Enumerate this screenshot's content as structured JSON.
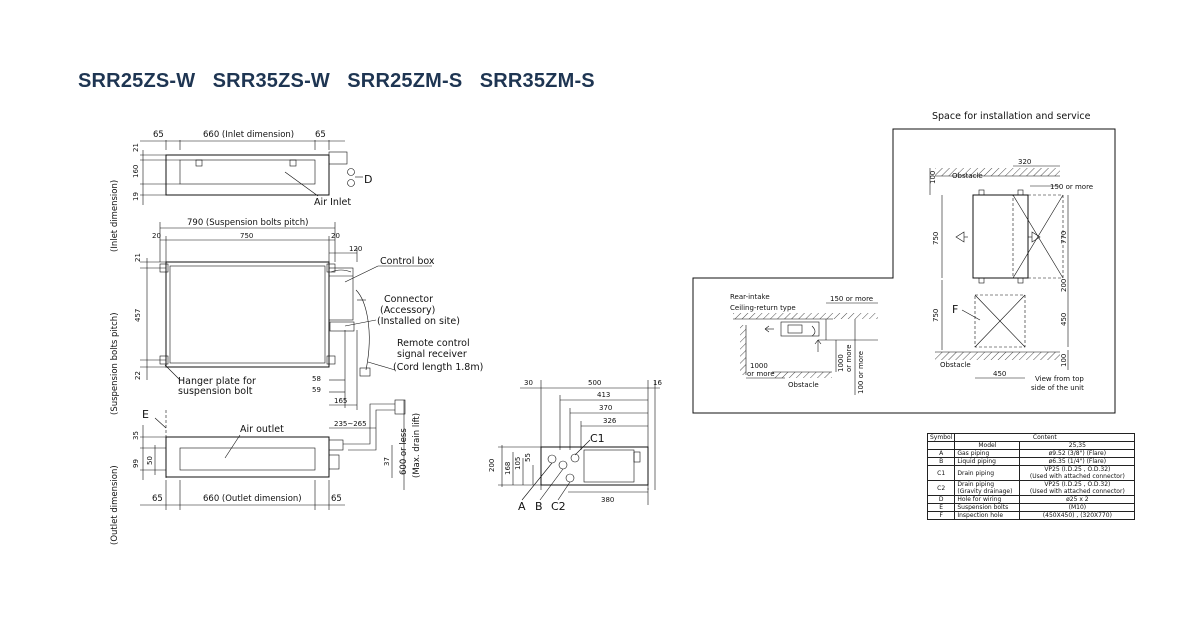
{
  "title": "SRR25ZS-W   SRR35ZS-W   SRR25ZM-S   SRR35ZM-S",
  "top_view": {
    "dim_65_left": "65",
    "dim_inlet": "660 (Inlet dimension)",
    "dim_65_right": "65",
    "dim_21": "21",
    "dim_160": "160",
    "dim_19": "19",
    "label_inlet_dimension": "(Inlet dimension)",
    "label_air_inlet": "Air Inlet",
    "label_D": "D"
  },
  "front_view": {
    "dim_bolts_pitch": "790 (Suspension bolts pitch)",
    "dim_20_left": "20",
    "dim_750": "750",
    "dim_20_right": "20",
    "dim_120": "120",
    "dim_21": "21",
    "dim_457": "457",
    "dim_22": "22",
    "dim_58": "58",
    "dim_59": "59",
    "dim_165": "165",
    "label_susp_pitch": "(Suspension bolts pitch)",
    "label_control_box": "Control box",
    "label_connector_1": "Connector",
    "label_connector_2": "(Accessory)",
    "label_connector_3": "(Installed on site)",
    "label_remote_1": "Remote control",
    "label_remote_2": "signal receiver",
    "label_remote_3": "(Cord length 1.8m)",
    "label_hanger_1": "Hanger plate for",
    "label_hanger_2": "suspension bolt"
  },
  "bottom_view": {
    "label_E": "E",
    "label_air_outlet": "Air outlet",
    "dim_235_265": "235~265",
    "dim_35": "35",
    "dim_99": "99",
    "dim_50": "50",
    "dim_37": "37",
    "dim_600": "600 or less",
    "dim_max_drain": "(Max. drain lift)",
    "dim_65_left": "65",
    "dim_outlet": "660 (Outlet dimension)",
    "dim_65_right": "65",
    "label_outlet_dimension": "(Outlet dimension)"
  },
  "side_view": {
    "dim_30": "30",
    "dim_500": "500",
    "dim_16": "16",
    "dim_413": "413",
    "dim_370": "370",
    "dim_326": "326",
    "dim_200": "200",
    "dim_168": "168",
    "dim_105": "105",
    "dim_55": "55",
    "dim_380": "380",
    "label_C1": "C1",
    "label_A": "A",
    "label_B": "B",
    "label_C2": "C2"
  },
  "service_space": {
    "title": "Space for installation and service",
    "rear_intake_1": "Rear-intake",
    "rear_intake_2": "Ceiling-return type",
    "dim_150_more_a": "150 or more",
    "dim_1000_more_a": "1000",
    "dim_1000_more_a2": "or more",
    "dim_1000_more_b": "1000",
    "dim_1000_more_b2": "or more",
    "dim_100_more": "100 or more",
    "label_obstacle_a": "Obstacle",
    "dim_320": "320",
    "dim_100_top": "100",
    "label_obstacle_top": "Obstacle",
    "dim_150_more_b": "150 or more",
    "dim_750_top": "750",
    "dim_770": "770",
    "dim_200": "200",
    "label_F": "F",
    "dim_750_bottom": "750",
    "dim_450_v": "450",
    "dim_100_bottom": "100",
    "label_obstacle_bottom": "Obstacle",
    "dim_450_h": "450",
    "view_note_1": "View from top",
    "view_note_2": "side of the unit"
  },
  "spec_table": {
    "header_symbol": "Symbol",
    "header_content": "Content",
    "rows": [
      {
        "symbol": "",
        "item": "Model",
        "content": "25,35"
      },
      {
        "symbol": "A",
        "item": "Gas piping",
        "content": "ø9.52 (3/8\") (Flare)"
      },
      {
        "symbol": "B",
        "item": "Liquid piping",
        "content": "ø6.35 (1/4\") (Flare)"
      },
      {
        "symbol": "C1",
        "item": "Drain piping",
        "content": "VP25 (I.D.25 , O.D.32)",
        "content2": "(Used with attached connector)"
      },
      {
        "symbol": "C2",
        "item": "Drain piping",
        "item2": "(Gravity drainage)",
        "content": "VP25 (I.D.25 , O.D.32)",
        "content2": "(Used with attached connector)"
      },
      {
        "symbol": "D",
        "item": "Hole for wiring",
        "content": "ø25 x 2"
      },
      {
        "symbol": "E",
        "item": "Suspension bolts",
        "content": "(M10)"
      },
      {
        "symbol": "F",
        "item": "Inspection hole",
        "content": "(450X450) , (320X770)"
      }
    ]
  }
}
